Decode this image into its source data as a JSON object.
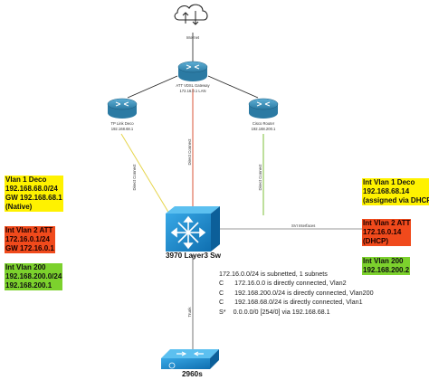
{
  "nodes": {
    "internet": {
      "label": "Internet"
    },
    "gateway": {
      "label_line1": "ATT VDSL Gateway",
      "label_line2": "172.16.0.1 LAN"
    },
    "tplink": {
      "label_line1": "TP Link Deco",
      "label_line2": "192.168.68.1"
    },
    "cisco_router": {
      "label_line1": "Cisco Router",
      "label_line2": "192.168.200.1"
    },
    "l3switch": {
      "label": "3970 Layer3 Sw"
    },
    "access_switch": {
      "label": "2960s"
    }
  },
  "links": {
    "direct_connect_left": "Direct Connect",
    "direct_connect_center": "Direct Connect",
    "direct_connect_right": "Direct Connect",
    "svi_interfaces": "SVI Interfaces",
    "trunk": "Trunk"
  },
  "left_boxes": {
    "vlan1": [
      "Vlan 1 Deco",
      "192.168.68.0/24",
      "GW 192.168.68.1",
      "(Native)"
    ],
    "vlan2": [
      "Int Vlan 2 ATT",
      "172.16.0.1/24",
      "GW 172.16.0.1"
    ],
    "vlan200": [
      "Int Vlan 200",
      "192.168.200.0/24",
      "192.168.200.1"
    ]
  },
  "right_boxes": {
    "vlan1": [
      "Int Vlan 1 Deco",
      "192.168.68.14",
      "(assigned via DHCP)"
    ],
    "vlan2": [
      "Int Vlan 2 ATT",
      "172.16.0.14",
      "(DHCP)"
    ],
    "vlan200": [
      "Int Vlan 200",
      "192.168.200.2"
    ]
  },
  "routing_table": [
    "172.16.0.0/24 is subnetted, 1 subnets",
    "C      172.16.0.0 is directly connected, Vlan2",
    "C      192.168.200.0/24 is directly connected, Vlan200",
    "C      192.168.68.0/24 is directly connected, Vlan1",
    "S*    0.0.0.0/0 [254/0] via 192.168.68.1"
  ],
  "colors": {
    "yellow": "#fff200",
    "red": "#f04a1c",
    "green": "#7cd12d",
    "router_blue": "#3d8fb8",
    "switch_blue": "#1a8fd1",
    "link_yellow": "#e6d54a",
    "link_red": "#d9543a",
    "link_green": "#7cbf3a"
  }
}
